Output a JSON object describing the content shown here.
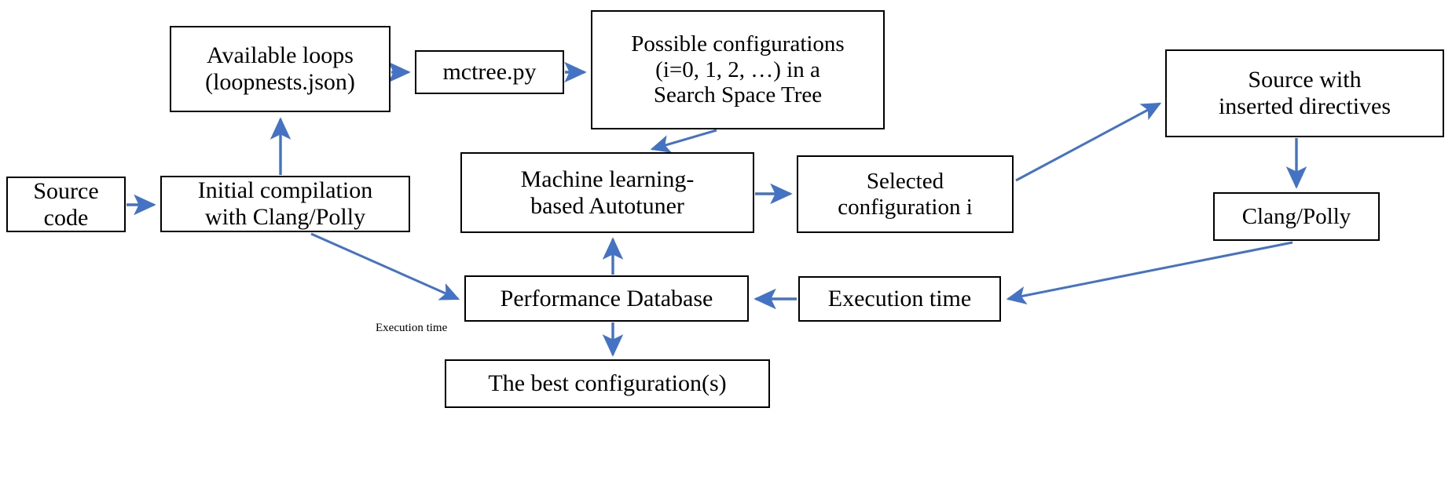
{
  "diagram": {
    "title": "Machine learning based autotuning workflow with Clang/Polly and mctree.py",
    "colors": {
      "arrow": "#4472C4",
      "box_border": "#000000",
      "box_fill": "#FFFFFF",
      "text": "#000000",
      "background": "#FFFFFF"
    },
    "nodes": [
      {
        "id": "source-code",
        "label": "Source\ncode"
      },
      {
        "id": "initial-compilation",
        "label": "Initial compilation\nwith Clang/Polly"
      },
      {
        "id": "available-loops",
        "label": "Available loops\n(loopnests.json)"
      },
      {
        "id": "mctree",
        "label": "mctree.py"
      },
      {
        "id": "possible-configs",
        "label": "Possible configurations\n(i=0, 1, 2, …) in a\nSearch Space Tree"
      },
      {
        "id": "autotuner",
        "label": "Machine learning-\nbased Autotuner"
      },
      {
        "id": "selected-config",
        "label": "Selected\nconfiguration i"
      },
      {
        "id": "source-directives",
        "label": "Source with\ninserted directives"
      },
      {
        "id": "clang-polly",
        "label": "Clang/Polly"
      },
      {
        "id": "performance-db",
        "label": "Performance Database"
      },
      {
        "id": "execution-time-node",
        "label": "Execution time"
      },
      {
        "id": "best-config",
        "label": "The best configuration(s)"
      }
    ],
    "edge_labels": [
      {
        "id": "execution-time-label",
        "label": "Execution time"
      }
    ],
    "edges": [
      {
        "from": "source-code",
        "to": "initial-compilation",
        "style": "straight"
      },
      {
        "from": "initial-compilation",
        "to": "available-loops",
        "style": "straight"
      },
      {
        "from": "available-loops",
        "to": "mctree",
        "style": "straight"
      },
      {
        "from": "mctree",
        "to": "possible-configs",
        "style": "straight"
      },
      {
        "from": "possible-configs",
        "to": "autotuner",
        "style": "diagonal"
      },
      {
        "from": "autotuner",
        "to": "selected-config",
        "style": "straight"
      },
      {
        "from": "selected-config",
        "to": "source-directives",
        "style": "diagonal"
      },
      {
        "from": "source-directives",
        "to": "clang-polly",
        "style": "straight"
      },
      {
        "from": "clang-polly",
        "to": "execution-time-node",
        "style": "diagonal"
      },
      {
        "from": "execution-time-node",
        "to": "performance-db",
        "style": "straight"
      },
      {
        "from": "initial-compilation",
        "to": "performance-db",
        "style": "diagonal",
        "label": "Execution time"
      },
      {
        "from": "performance-db",
        "to": "autotuner",
        "style": "straight"
      },
      {
        "from": "performance-db",
        "to": "best-config",
        "style": "straight"
      }
    ]
  }
}
